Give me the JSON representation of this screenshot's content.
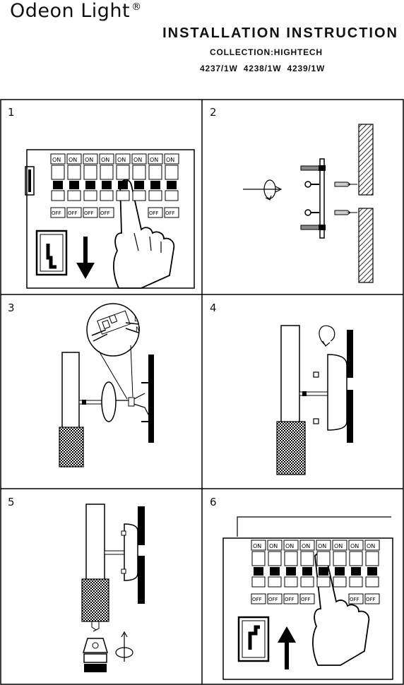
{
  "header": {
    "brand": "Odeon Light",
    "brand_mark": "®",
    "title": "INSTALLATION INSTRUCTION",
    "collection": "COLLECTION:HIGHTECH",
    "models": "4237/1W 4238/1W 4239/1W"
  },
  "steps": [
    {
      "number": "1",
      "on_label": "ON",
      "off_label": "OFF"
    },
    {
      "number": "2"
    },
    {
      "number": "3",
      "wire_labels": [
        "L",
        "N"
      ]
    },
    {
      "number": "4"
    },
    {
      "number": "5"
    },
    {
      "number": "6",
      "on_label": "ON",
      "off_label": "OFF"
    }
  ]
}
